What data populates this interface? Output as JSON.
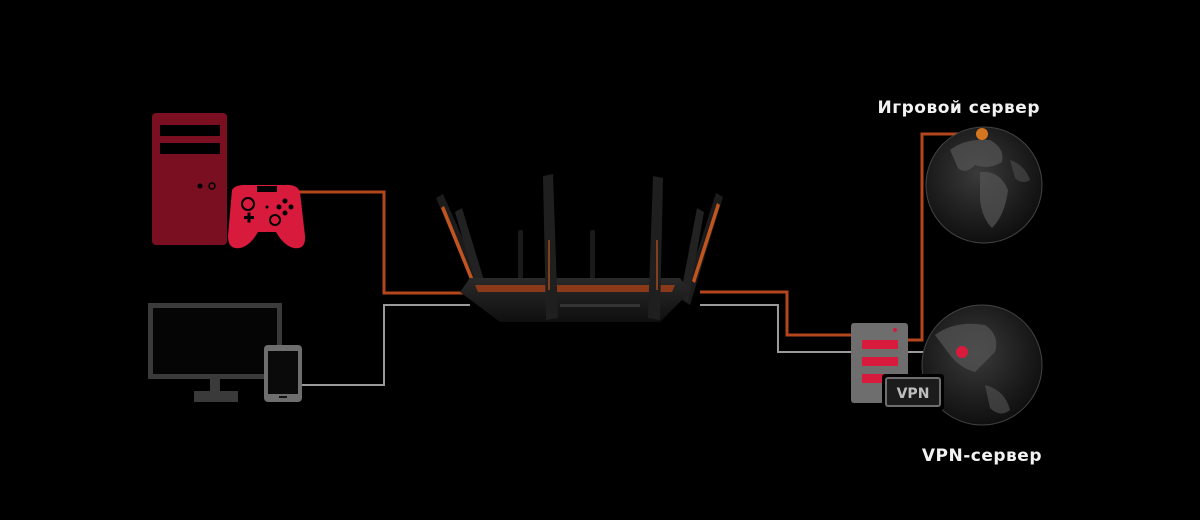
{
  "labels": {
    "game_server": "Игровой сервер",
    "vpn_server": "VPN-сервер",
    "vpn_badge": "VPN"
  },
  "colors": {
    "background": "#000000",
    "gaming_link": "#b3461c",
    "regular_link": "#9a9a9a",
    "pc_tower": "#7a0f22",
    "gamepad": "#d81a3c",
    "vpn_bars": "#d81a3c",
    "router_accent": "#c2551f",
    "globe_dot_game": "#d4761f",
    "globe_dot_vpn": "#d81a3c"
  },
  "icons": {
    "pc": "pc-tower-icon",
    "gamepad": "gamepad-icon",
    "monitor": "monitor-icon",
    "phone": "smartphone-icon",
    "router": "router-icon",
    "server": "server-icon",
    "globe": "globe-icon"
  }
}
